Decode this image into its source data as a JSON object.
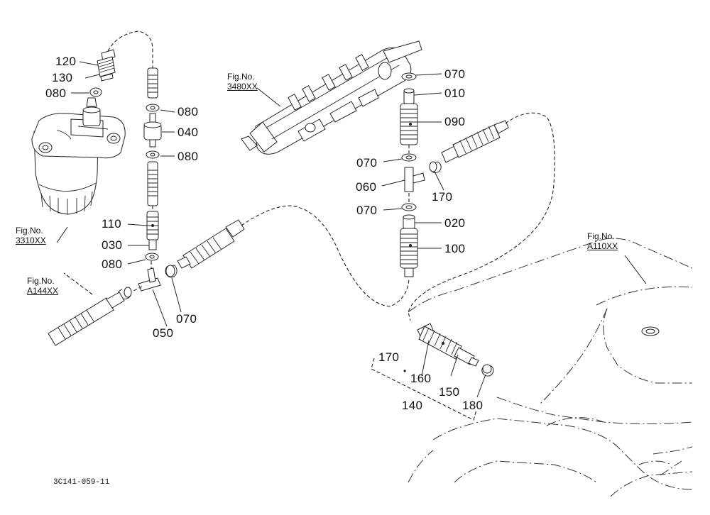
{
  "labels": {
    "p120": "120",
    "p130": "130",
    "p080a": "080",
    "p080b": "080",
    "p040": "040",
    "p080c": "080",
    "p110": "110",
    "p030": "030",
    "p080d": "080",
    "p050": "050",
    "p070a": "070",
    "p070b": "070",
    "p010": "010",
    "p090": "090",
    "p070c": "070",
    "p060": "060",
    "p070d": "070",
    "p020": "020",
    "p100": "100",
    "p170a": "170",
    "p170b": "170",
    "p160": "160",
    "p150": "150",
    "p140": "140",
    "p180": "180"
  },
  "figrefs": {
    "f3480": {
      "prefix": "Fig.No.",
      "code": "3480XX"
    },
    "f3310": {
      "prefix": "Fig.No.",
      "code": "3310XX"
    },
    "fa144": {
      "prefix": "Fig.No.",
      "code": "A144XX"
    },
    "fa110": {
      "prefix": "Fig.No.",
      "code": "A110XX"
    }
  },
  "drawing_code": "3C141-059-11",
  "set_dot": "•"
}
